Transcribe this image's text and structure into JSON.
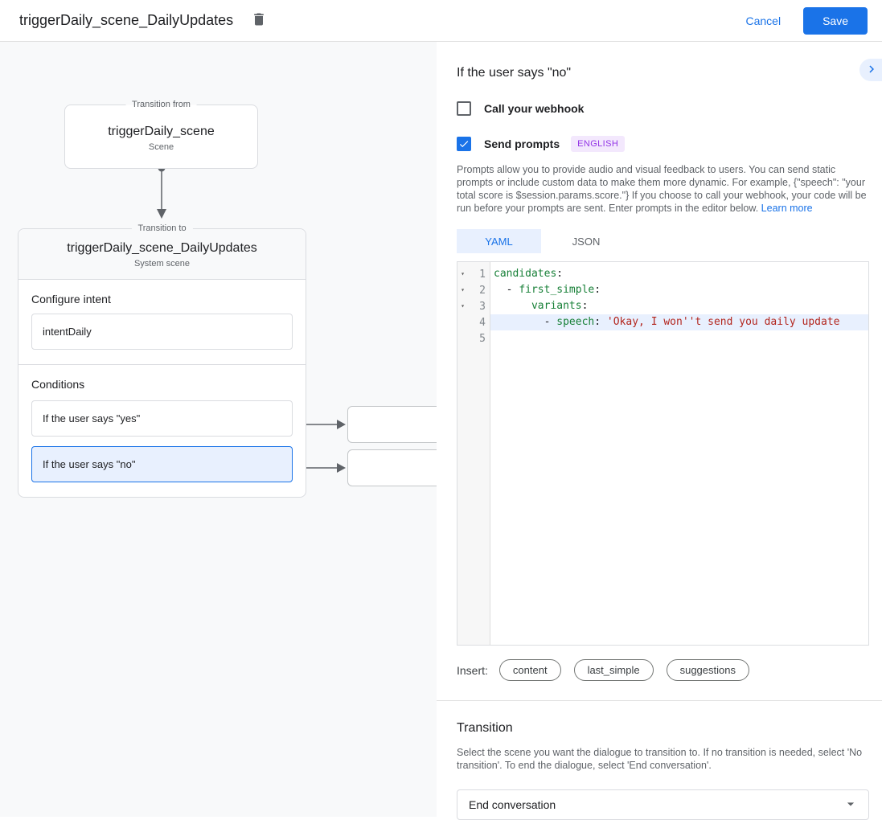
{
  "header": {
    "title": "triggerDaily_scene_DailyUpdates",
    "cancel_label": "Cancel",
    "save_label": "Save"
  },
  "canvas": {
    "from_node": {
      "legend": "Transition from",
      "title": "triggerDaily_scene",
      "subtitle": "Scene"
    },
    "to_node": {
      "legend": "Transition to",
      "title": "triggerDaily_scene_DailyUpdates",
      "subtitle": "System scene",
      "intent_label": "Configure intent",
      "intent_value": "intentDaily",
      "conditions_label": "Conditions",
      "conditions": [
        {
          "label": "If the user says \"yes\"",
          "selected": false
        },
        {
          "label": "If the user says \"no\"",
          "selected": true
        }
      ]
    }
  },
  "panel": {
    "title": "If the user says \"no\"",
    "webhook": {
      "label": "Call your webhook",
      "checked": false
    },
    "prompts": {
      "label": "Send prompts",
      "checked": true,
      "badge": "ENGLISH"
    },
    "description": "Prompts allow you to provide audio and visual feedback to users. You can send static prompts or include custom data to make them more dynamic. For example, {\"speech\": \"your total score is $session.params.score.\"} If you choose to call your webhook, your code will be run before your prompts are sent. Enter prompts in the editor below. ",
    "learn_more_label": "Learn more",
    "tabs": [
      {
        "label": "YAML",
        "active": true
      },
      {
        "label": "JSON",
        "active": false
      }
    ],
    "editor": {
      "lines": [
        {
          "number": "1",
          "foldable": true,
          "highlight": false,
          "segments": [
            {
              "text": "candidates",
              "type": "key"
            },
            {
              "text": ":",
              "type": "plain"
            }
          ]
        },
        {
          "number": "2",
          "foldable": true,
          "highlight": false,
          "segments": [
            {
              "text": "  - ",
              "type": "plain"
            },
            {
              "text": "first_simple",
              "type": "key"
            },
            {
              "text": ":",
              "type": "plain"
            }
          ]
        },
        {
          "number": "3",
          "foldable": true,
          "highlight": false,
          "segments": [
            {
              "text": "      ",
              "type": "plain"
            },
            {
              "text": "variants",
              "type": "key"
            },
            {
              "text": ":",
              "type": "plain"
            }
          ]
        },
        {
          "number": "4",
          "foldable": false,
          "highlight": true,
          "segments": [
            {
              "text": "        - ",
              "type": "plain"
            },
            {
              "text": "speech",
              "type": "key"
            },
            {
              "text": ": ",
              "type": "plain"
            },
            {
              "text": "'Okay, I won''t send you daily update",
              "type": "string"
            }
          ]
        },
        {
          "number": "5",
          "foldable": false,
          "highlight": false,
          "segments": []
        }
      ]
    },
    "insert_label": "Insert:",
    "chips": [
      "content",
      "last_simple",
      "suggestions"
    ],
    "transition": {
      "title": "Transition",
      "description": "Select the scene you want the dialogue to transition to. If no transition is needed, select 'No transition'. To end the dialogue, select 'End conversation'.",
      "select_value": "End conversation"
    }
  },
  "colors": {
    "accent_blue": "#1a73e8",
    "selection_bg": "#e8f0fe",
    "code_key_green": "#188038",
    "code_string_red": "#b3261e",
    "badge_purple_text": "#9334e6",
    "badge_purple_bg": "#f3e8fd",
    "canvas_bg": "#f8f9fa"
  }
}
